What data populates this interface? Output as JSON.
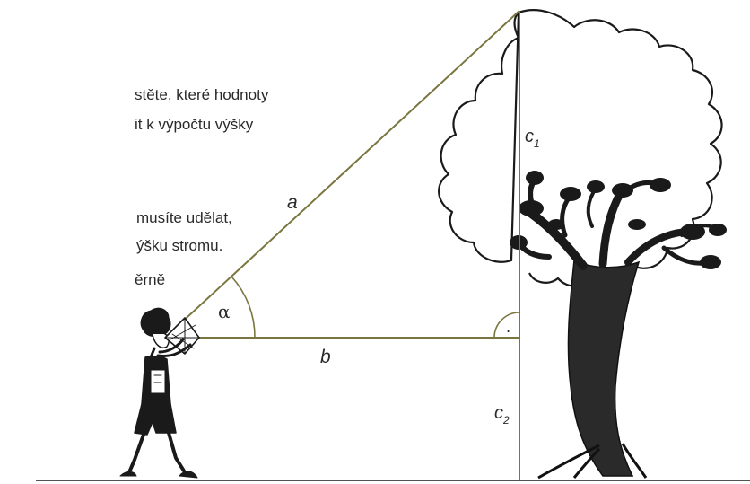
{
  "text_lines": [
    "stěte, které hodnoty",
    "it k výpočtu výšky",
    "musíte udělat,",
    "ýšku stromu.",
    "ěrně"
  ],
  "labels": {
    "a": "a",
    "b": "b",
    "alpha": "α",
    "c1_base": "c",
    "c1_sub": "1",
    "c2_base": "c",
    "c2_sub": "2",
    "right_angle_dot": "."
  },
  "colors": {
    "triangle_line": "#7a7640",
    "ink": "#1a1a1a",
    "text": "#2a2a2a"
  }
}
